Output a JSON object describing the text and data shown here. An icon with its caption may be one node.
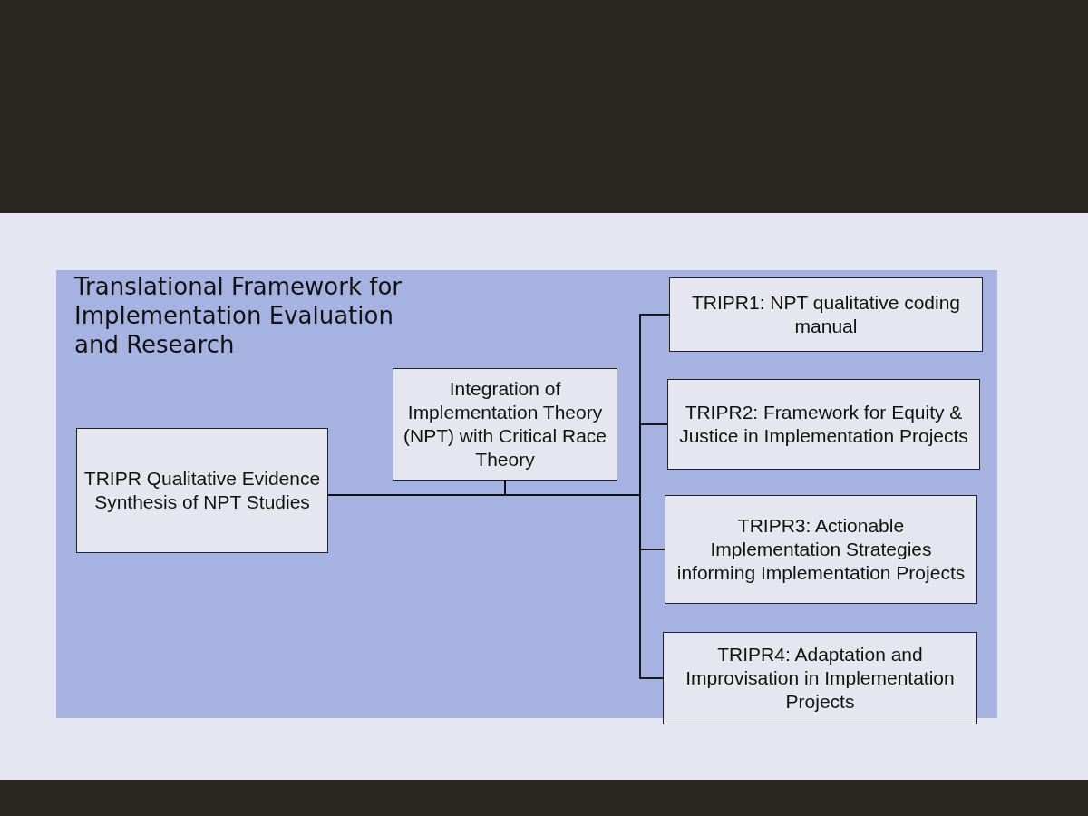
{
  "diagram": {
    "title": "Translational Framework for Implementation Evaluation and Research",
    "nodes": [
      {
        "text": [
          "TRIPR Qualitative Evidence Synthesis of NPT Studies"
        ]
      },
      {
        "text": [
          "Integration of Implementation Theory (NPT) with Critical Race Theory"
        ]
      },
      {
        "text": [
          "TRIPR1: NPT qualitative coding manual"
        ]
      },
      {
        "text": [
          "TRIPR2: Framework for Equity & Justice in Implementation Projects"
        ]
      },
      {
        "text": [
          "TRIPR3: Actionable Implementation Strategies informing Implementation Projects"
        ]
      },
      {
        "text": [
          "TRIPR4: Adaptation and Improvisation in Implementation Projects"
        ]
      }
    ],
    "edges": [
      {
        "from": 0,
        "to": 2,
        "arrow": "none"
      },
      {
        "from": 0,
        "to": 3,
        "arrow": "none"
      },
      {
        "from": 0,
        "to": 4,
        "arrow": "none"
      },
      {
        "from": 0,
        "to": 5,
        "arrow": "none"
      },
      {
        "from": 1,
        "to": 2,
        "arrow": "none"
      },
      {
        "from": 1,
        "to": 3,
        "arrow": "none"
      },
      {
        "from": 1,
        "to": 4,
        "arrow": "none"
      },
      {
        "from": 1,
        "to": 5,
        "arrow": "none"
      }
    ]
  }
}
